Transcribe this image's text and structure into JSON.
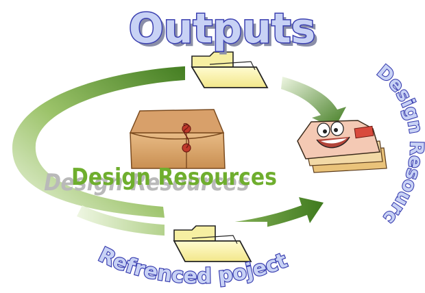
{
  "diagram": {
    "title": "Outputs",
    "center_label": "Design Resources",
    "right_label": "Design Resources",
    "bottom_label": "Refrenced poject",
    "colors": {
      "wordart_fill": "#c8d2f5",
      "wordart_stroke": "#3a3fb0",
      "wordart_shadow": "#8a8ea8",
      "center_fill": "#6fae2e",
      "center_shadow": "#b9b9b9",
      "arrow_dark": "#3f7a1e",
      "arrow_light": "#e9f4dc",
      "folder_fill": "#fcf6b0",
      "folder_stroke": "#222222",
      "envelope_fill": "#d9a672",
      "envelope_dark": "#7a4a1e",
      "tie_red": "#c0392b"
    },
    "icons": [
      "folder-icon",
      "envelope-icon",
      "mail-stack-character-icon",
      "folder-icon"
    ]
  }
}
